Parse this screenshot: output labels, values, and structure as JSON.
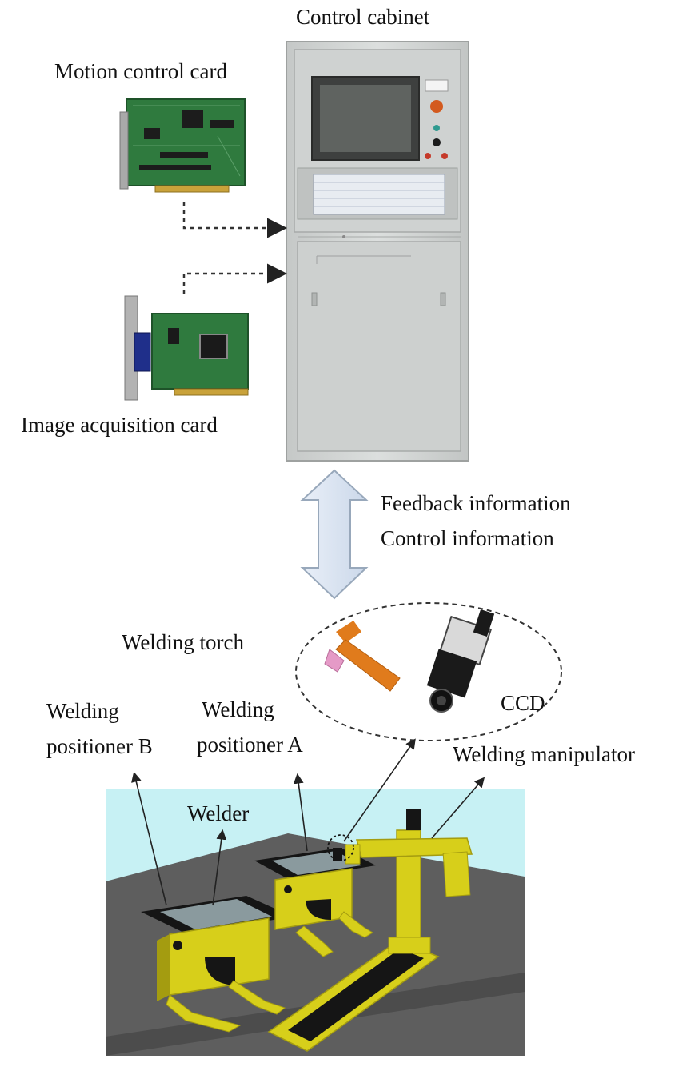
{
  "labels": {
    "control_cabinet": "Control cabinet",
    "motion_control_card": "Motion control card",
    "image_acquisition_card": "Image acquisition card",
    "feedback_information": "Feedback information",
    "control_information": "Control information",
    "welding_torch": "Welding torch",
    "ccd": "CCD",
    "welding_positioner_b_line1": "Welding",
    "welding_positioner_b_line2": "positioner B",
    "welding_positioner_a_line1": "Welding",
    "welding_positioner_a_line2": "positioner A",
    "welding_manipulator": "Welding manipulator",
    "welder": "Welder"
  },
  "colors": {
    "cabinet_body": "#d6d9d8",
    "cabinet_panel": "#c9cccb",
    "screen": "#5f6360",
    "pcb_green": "#2f7a3e",
    "arrow_fill": "#dde7f3",
    "arrow_stroke": "#98a8bb",
    "sky": "#c7f1f4",
    "floor": "#5e5e5e",
    "yellow": "#d7cf1a",
    "yellow_dark": "#a49c10",
    "black": "#151515",
    "torch_orange": "#e07b1c",
    "torch_pink": "#e59ac7"
  }
}
